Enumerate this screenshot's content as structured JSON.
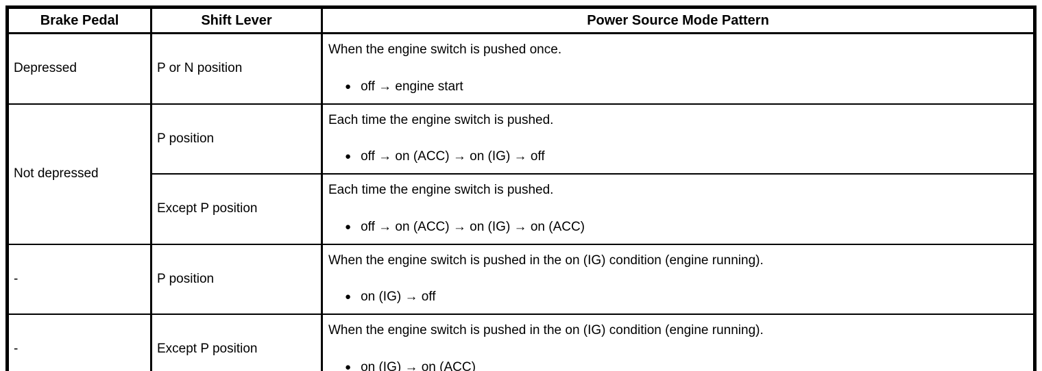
{
  "table": {
    "bullet": "●",
    "columns": {
      "brake_pedal": "Brake Pedal",
      "shift_lever": "Shift Lever",
      "pattern": "Power Source Mode Pattern"
    },
    "rows": [
      {
        "brake_pedal": "Depressed",
        "shift_lever": "P or N position",
        "condition": "When the engine switch is pushed once.",
        "sequence": "off → engine start"
      },
      {
        "brake_pedal": "Not depressed",
        "shift_lever": "P position",
        "condition": "Each time the engine switch is pushed.",
        "sequence": "off → on (ACC) → on (IG) → off"
      },
      {
        "shift_lever": "Except P position",
        "condition": "Each time the engine switch is pushed.",
        "sequence": "off → on (ACC) → on (IG) → on (ACC)"
      },
      {
        "brake_pedal": "-",
        "shift_lever": "P position",
        "condition": "When the engine switch is pushed in the on (IG) condition (engine running).",
        "sequence": "on (IG) → off"
      },
      {
        "brake_pedal": "-",
        "shift_lever": "Except P position",
        "condition": "When the engine switch is pushed in the on (IG) condition (engine running).",
        "sequence": "on (IG) → on (ACC)"
      }
    ]
  },
  "colors": {
    "text": "#000000",
    "border": "#000000",
    "background": "#ffffff"
  }
}
